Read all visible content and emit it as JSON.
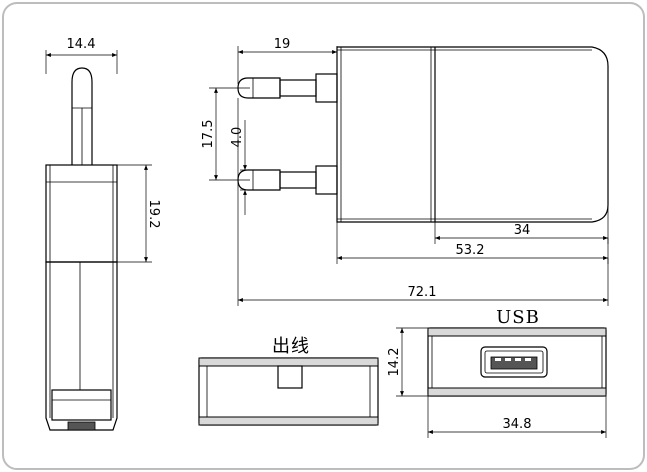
{
  "dimensions": {
    "side_width": "14.4",
    "side_body": "19.2",
    "pin_length": "19",
    "pin_spacing": "17.5",
    "pin_diameter": "4.0",
    "body_depth": "34",
    "body_total": "53.2",
    "overall_length": "72.1",
    "usb_height": "14.2",
    "usb_width": "34.8"
  },
  "labels": {
    "usb": "USB",
    "cable_outlet": "出线"
  }
}
